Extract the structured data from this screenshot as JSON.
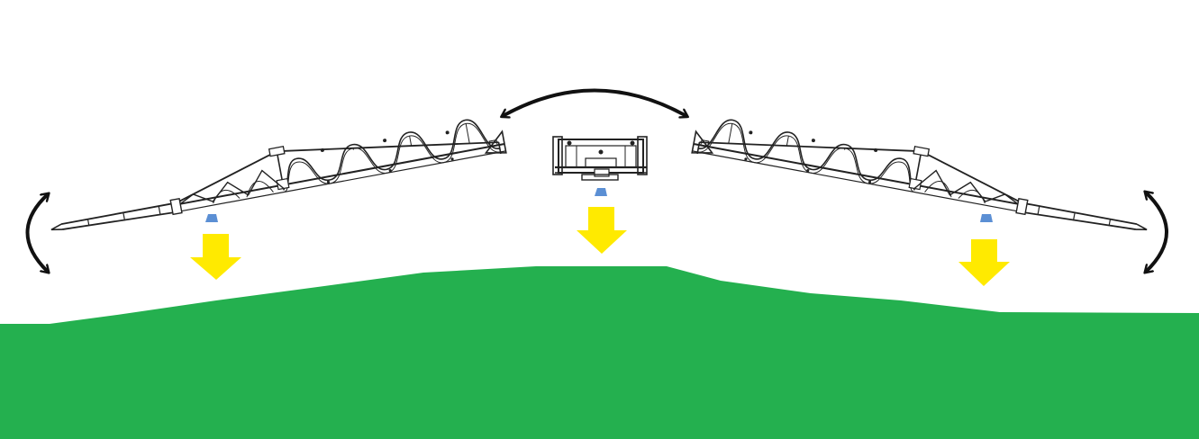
{
  "diagram": {
    "subject": "sprayer-boom-terrain-following",
    "colors": {
      "background": "#ffffff",
      "ground": "#24b04f",
      "spray_arrow": "#ffea00",
      "nozzle": "#5b8fd4",
      "motion_arrow": "#111111",
      "boom_line": "#222222"
    },
    "icons": {
      "center_motion": "curved-double-arrow-icon",
      "left_tip_motion": "curved-double-arrow-icon",
      "right_tip_motion": "curved-double-arrow-icon",
      "spray_direction": "down-arrow-icon",
      "nozzle": "spray-nozzle-icon"
    },
    "parts": [
      "left-boom-wing",
      "center-section",
      "right-boom-wing",
      "ground-contour"
    ]
  }
}
